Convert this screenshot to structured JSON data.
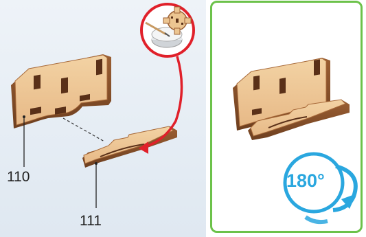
{
  "left_panel": {
    "part_labels": [
      {
        "id": "110",
        "text": "110"
      },
      {
        "id": "111",
        "text": "111"
      }
    ],
    "tool_icon": "sanding-tool-icon",
    "arrow_color": "#e0202a"
  },
  "right_panel": {
    "border_color": "#6cc24a",
    "rotation_badge": {
      "text": "180°",
      "icon": "rotate-icon",
      "color": "#2aa7df"
    }
  }
}
